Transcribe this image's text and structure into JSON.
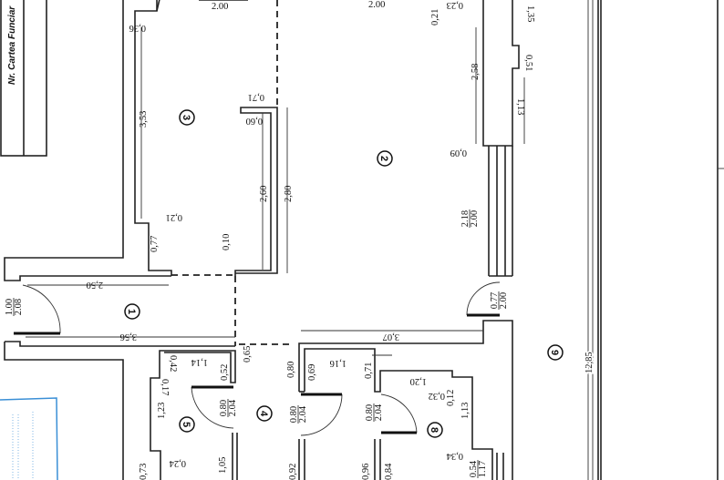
{
  "header_box": {
    "label": "Nr. Cartea Funciar"
  },
  "rooms": [
    "1",
    "2",
    "3",
    "4",
    "5",
    "8",
    "9"
  ],
  "openings": {
    "entry_door": {
      "w": "1.00",
      "h": "2.08"
    },
    "door_5": {
      "w": "0.80",
      "h": "2.04"
    },
    "door_4": {
      "w": "0.80",
      "h": "2.04"
    },
    "door_8": {
      "w": "0.80",
      "h": "2.04"
    },
    "door_9": {
      "w": "0.77",
      "h": "2.00"
    },
    "window_2": {
      "w": "2.18",
      "h": "2.00"
    },
    "window_bottom": {
      "w": "0.54",
      "h": "1.17"
    },
    "top_left": "2.00",
    "top_mid": "2.00"
  },
  "dimensions": {
    "d036": "0,36",
    "d353": "3,53",
    "d071": "0,71",
    "d060": "0,60",
    "d260": "2,60",
    "d280": "2,80",
    "d021a": "0,21",
    "d077": "0,77",
    "d010": "0,10",
    "d250": "2,50",
    "d356": "3,56",
    "d021b": "0,21",
    "d023": "0,23",
    "d135": "1,35",
    "d258": "2,58",
    "d051": "0,51",
    "d113a": "1,13",
    "d009": "0,09",
    "d114": "1,14",
    "d042": "0,42",
    "d052": "0,52",
    "d065": "0,65",
    "d017": "0,17",
    "d123": "1,23",
    "d024": "0,24",
    "d073": "0,73",
    "d105": "1,05",
    "d080": "0,80",
    "d069": "0,69",
    "d116": "1,16",
    "d071b": "0,71",
    "d092": "0,92",
    "d096": "0,96",
    "d084": "0,84",
    "d307": "3,07",
    "d120": "1,20",
    "d032": "0,32",
    "d012": "0,12",
    "d113b": "1,13",
    "d034": "0,34",
    "d1285": "12,85"
  },
  "colors": {
    "ink": "#222222",
    "blue_stamp": "#3a8fd6"
  }
}
